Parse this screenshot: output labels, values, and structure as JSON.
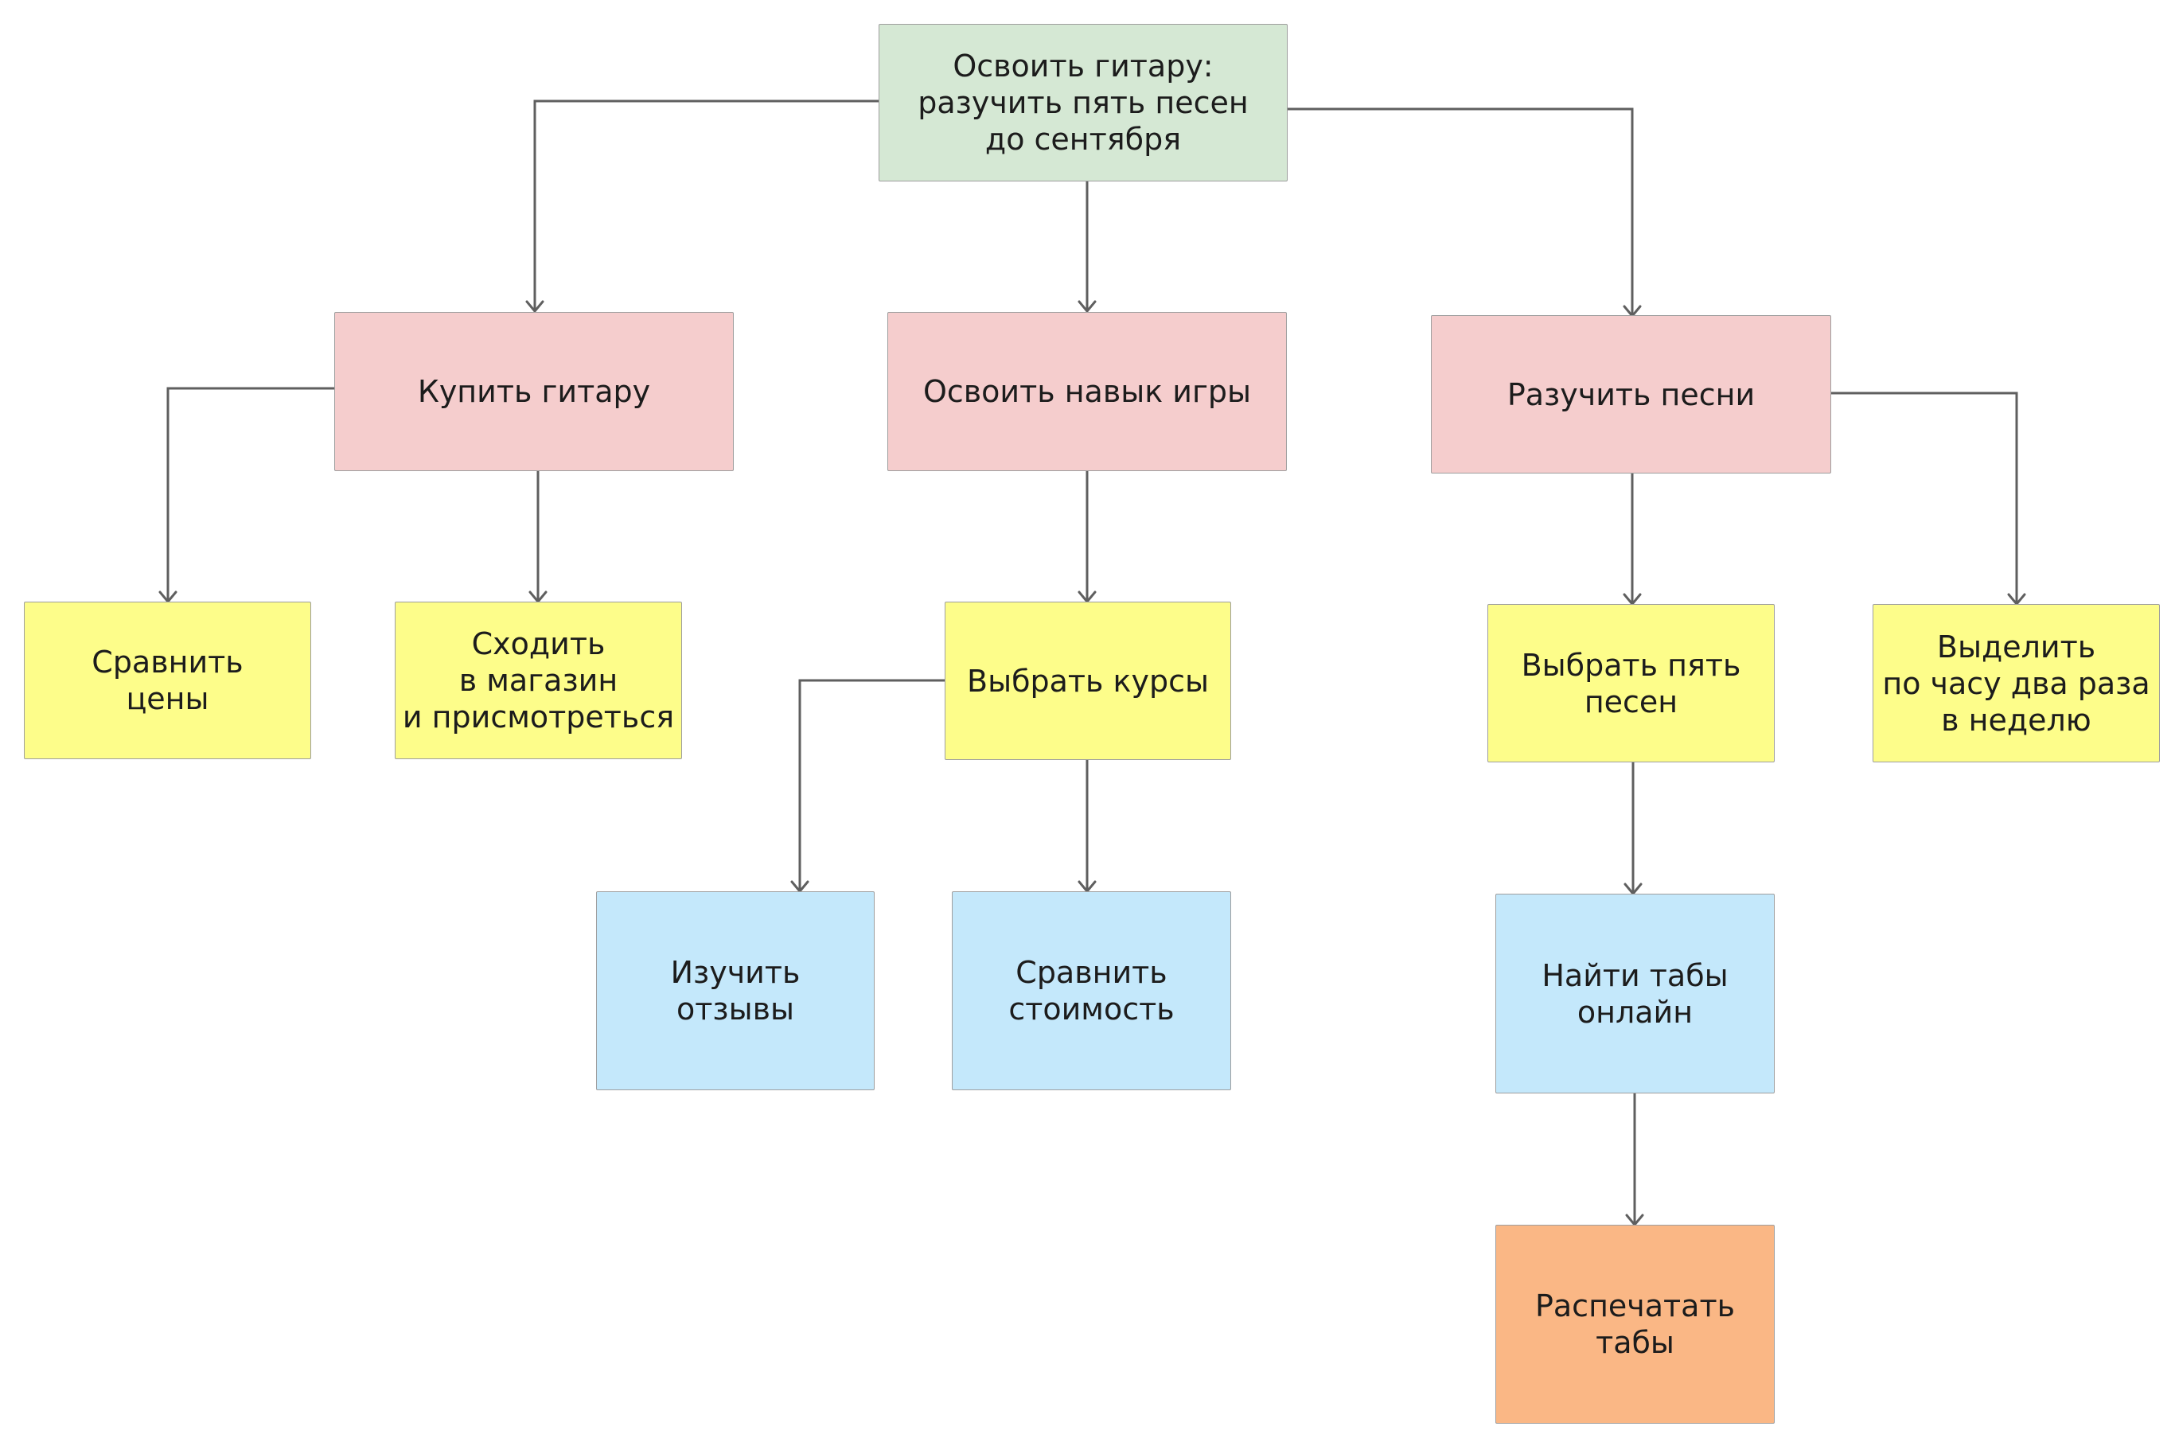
{
  "diagram": {
    "colors": {
      "root": "#d5e8d4",
      "level1": "#f5cdcd",
      "level2": "#fdfd8a",
      "level3": "#c4e8fb",
      "level4": "#fab785",
      "connector": "#5f5f5f",
      "border": "#9e9e9e"
    },
    "nodes": {
      "root": "Освоить гитару:\nразучить пять песен\nдо сентября",
      "buy_guitar": "Купить гитару",
      "learn_skill": "Освоить навык игры",
      "learn_songs": "Разучить песни",
      "compare_prices": "Сравнить\nцены",
      "visit_store": "Сходить\nв магазин\nи присмотреться",
      "choose_courses": "Выбрать курсы",
      "choose_songs": "Выбрать пять\nпесен",
      "schedule_time": "Выделить\nпо часу два раза\nв неделю",
      "study_reviews": "Изучить\nотзывы",
      "compare_cost": "Сравнить\nстоимость",
      "find_tabs": "Найти табы\nонлайн",
      "print_tabs": "Распечатать\nтабы"
    },
    "edges": [
      {
        "from": "root",
        "to": "buy_guitar"
      },
      {
        "from": "root",
        "to": "learn_skill"
      },
      {
        "from": "root",
        "to": "learn_songs"
      },
      {
        "from": "buy_guitar",
        "to": "compare_prices"
      },
      {
        "from": "buy_guitar",
        "to": "visit_store"
      },
      {
        "from": "learn_skill",
        "to": "choose_courses"
      },
      {
        "from": "choose_courses",
        "to": "study_reviews"
      },
      {
        "from": "choose_courses",
        "to": "compare_cost"
      },
      {
        "from": "learn_songs",
        "to": "choose_songs"
      },
      {
        "from": "learn_songs",
        "to": "schedule_time"
      },
      {
        "from": "choose_songs",
        "to": "find_tabs"
      },
      {
        "from": "find_tabs",
        "to": "print_tabs"
      }
    ]
  }
}
